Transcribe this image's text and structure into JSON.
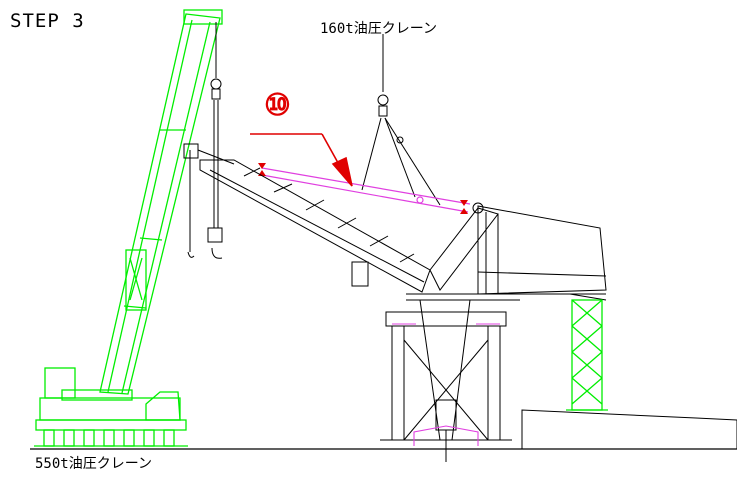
{
  "step_label": "STEP 3",
  "step_number": "⑩",
  "crane_top_label": "160t油圧クレーン",
  "crane_bottom_label": "550t油圧クレーン",
  "colors": {
    "crane_green": "#00ee00",
    "boom_magenta": "#e040e0",
    "marker_red": "#e00000",
    "outline": "#000000"
  }
}
